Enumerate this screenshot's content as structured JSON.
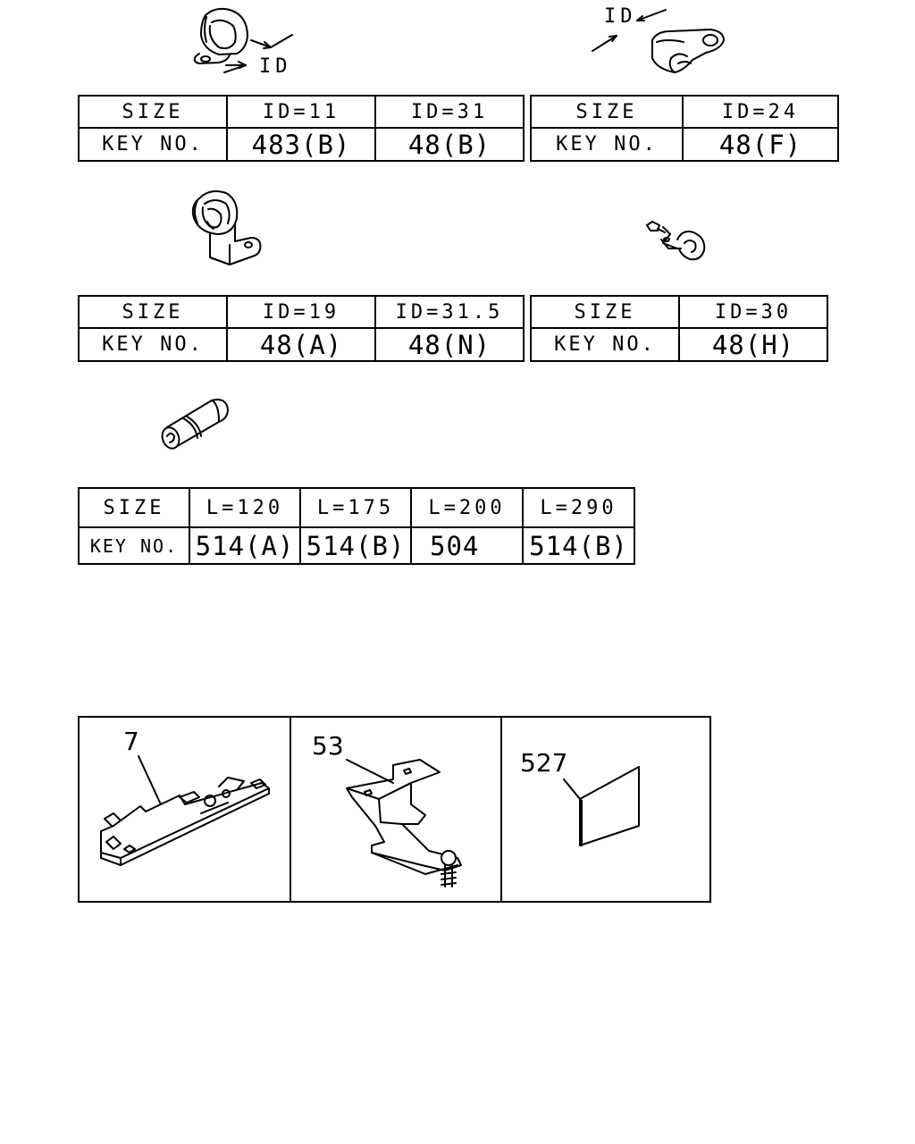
{
  "clamp_tables": [
    {
      "id": "clamp-table-a",
      "size_label": "SIZE",
      "key_label": "KEY NO.",
      "sizes": [
        "ID=11",
        "ID=31"
      ],
      "keys": [
        "483(B)",
        "48(B)"
      ]
    },
    {
      "id": "clamp-table-b",
      "size_label": "SIZE",
      "key_label": "KEY NO.",
      "sizes": [
        "ID=24"
      ],
      "keys": [
        "48(F)"
      ]
    },
    {
      "id": "clamp-table-c",
      "size_label": "SIZE",
      "key_label": "KEY NO.",
      "sizes": [
        "ID=19",
        "ID=31.5"
      ],
      "keys": [
        "48(A)",
        "48(N)"
      ]
    },
    {
      "id": "clamp-table-d",
      "size_label": "SIZE",
      "key_label": "KEY NO.",
      "sizes": [
        "ID=30"
      ],
      "keys": [
        "48(H)"
      ]
    },
    {
      "id": "tube-table",
      "size_label": "SIZE",
      "key_label": "KEY NO.",
      "sizes": [
        "L=120",
        "L=175",
        "L=200",
        "L=290"
      ],
      "keys": [
        "514(A)",
        "514(B)",
        "504",
        "514(B)"
      ]
    }
  ],
  "dimension_labels": {
    "clamp_a_id": "ID",
    "clamp_b_id": "ID"
  },
  "callouts": {
    "stay_bracket": "7",
    "bracket_with_bolt": "53",
    "pad": "527"
  },
  "colors": {
    "line": "#000000",
    "background": "#ffffff"
  }
}
